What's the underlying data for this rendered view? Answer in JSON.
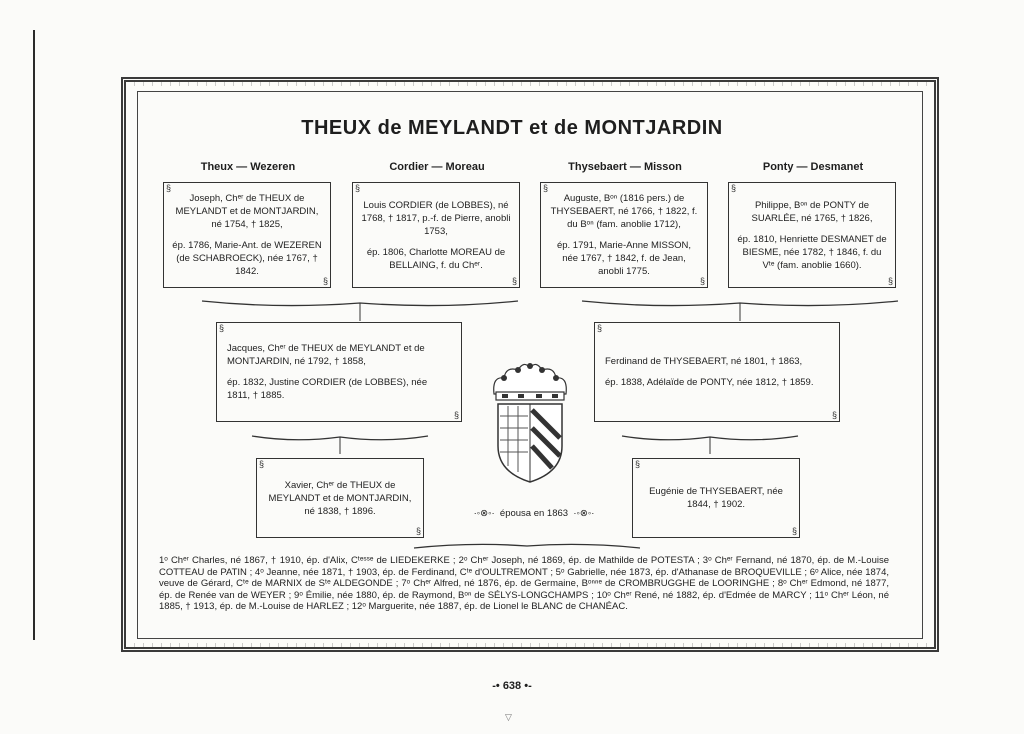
{
  "title": "THEUX de MEYLANDT et de MONTJARDIN",
  "families": [
    {
      "heading": "Theux — Wezeren",
      "p1": "Joseph, Chᵉʳ de THEUX de MEYLANDT et de MONTJARDIN, né 1754, † 1825,",
      "p2": "ép. 1786, Marie-Ant. de WEZEREN (de SCHABROECK), née 1767, † 1842."
    },
    {
      "heading": "Cordier — Moreau",
      "p1": "Louis CORDIER (de LOBBES), né 1768, † 1817, p.-f. de Pierre, anobli 1753,",
      "p2": "ép. 1806, Charlotte MOREAU de BELLAING, f. du Chᵉʳ."
    },
    {
      "heading": "Thysebaert — Misson",
      "p1": "Auguste, Bᵒⁿ (1816 pers.) de THYSEBAERT, né 1766, † 1822, f. du Bᵒⁿ (fam. anoblie 1712),",
      "p2": "ép. 1791, Marie-Anne MISSON, née 1767, † 1842, f. de Jean, anobli 1775."
    },
    {
      "heading": "Ponty — Desmanet",
      "p1": "Philippe, Bᵒⁿ de PONTY de SUARLÉE, né 1765, † 1826,",
      "p2": "ép. 1810, Henriette DESMANET de BIESME, née 1782, † 1846, f. du Vᵗᵉ (fam. anoblie 1660)."
    }
  ],
  "parents": [
    {
      "p1": "Jacques, Chᵉʳ de THEUX de MEYLANDT et de MONTJARDIN, né 1792, † 1858,",
      "p2": "ép. 1832, Justine CORDIER (de LOBBES), née 1811, † 1885."
    },
    {
      "p1": "Ferdinand de THYSEBAERT, né 1801, † 1863,",
      "p2": "ép. 1838, Adélaïde de PONTY, née 1812, † 1859."
    }
  ],
  "couple": {
    "husband": "Xavier, Chᵉʳ de THEUX de MEYLANDT et de MONTJARDIN, né 1838, † 1896.",
    "wife": "Eugénie de THYSEBAERT, née 1844, † 1902.",
    "married": "épousa en 1863"
  },
  "footnote": "1ᵒ Chᵉʳ Charles, né 1867, † 1910, ép. d'Alix, Cᵗᵉˢˢᵉ de LIEDEKERKE ; 2ᵒ Chᵉʳ Joseph, né 1869, ép. de Mathilde de POTESTA ; 3ᵒ Chᵉʳ Fernand, né 1870, ép. de M.-Louise COTTEAU de PATIN ; 4ᵒ Jeanne, née 1871, † 1903, ép. de Ferdinand, Cᵗᵉ d'OULTREMONT ; 5ᵒ Gabrielle, née 1873, ép. d'Athanase de BROQUEVILLE ; 6ᵒ Alice, née 1874, veuve de Gérard, Cᵗᵉ de MARNIX de Sᵗᵉ ALDEGONDE ; 7ᵒ Chᵉʳ Alfred, né 1876, ép. de Germaine, Bᵒⁿⁿᵉ de CROMBRUGGHE de LOORINGHE ; 8ᵒ Chᵉʳ Edmond, né 1877, ép. de Renée van de WEYER ; 9ᵒ Émilie, née 1880, ép. de Raymond, Bᵒⁿ de SÉLYS-LONGCHAMPS ; 10ᵒ Chᵉʳ René, né 1882, ép. d'Edmée de MARCY ; 11ᵒ Chᵉʳ Léon, né 1885, † 1913, ép. de M.-Louise de HARLEZ ; 12ᵒ Marguerite, née 1887, ép. de Lionel le BLANC de CHANÉAC.",
  "page_number": "638",
  "icons": {
    "crest": "coat-of-arms-icon",
    "ornament": "scroll-ornament-icon"
  }
}
